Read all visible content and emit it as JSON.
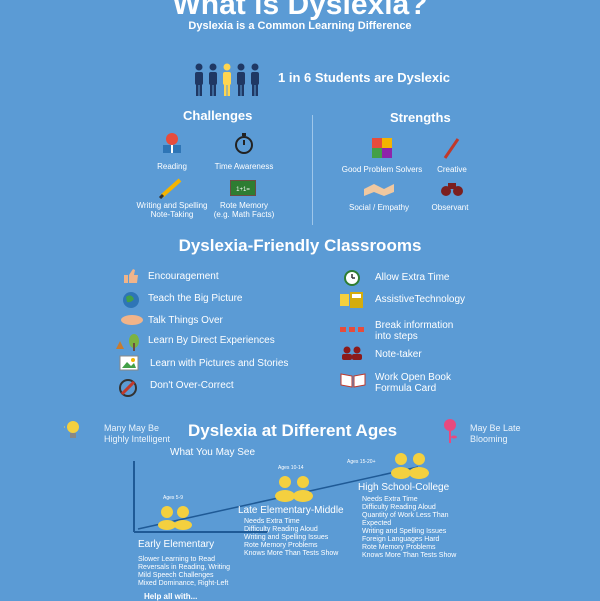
{
  "header": {
    "title": "What is Dyslexia?",
    "subtitle": "Dyslexia is a Common Learning Difference",
    "stat": "1 in 6 Students are Dyslexic"
  },
  "challenges": {
    "title": "Challenges",
    "items": [
      {
        "label": "Reading",
        "icon": "book-reader-icon"
      },
      {
        "label": "Time Awareness",
        "icon": "stopwatch-icon"
      },
      {
        "label": "Writing and Spelling\nNote-Taking",
        "icon": "pencil-icon"
      },
      {
        "label": "Rote Memory\n(e.g. Math Facts)",
        "icon": "chalkboard-icon"
      }
    ]
  },
  "strengths": {
    "title": "Strengths",
    "items": [
      {
        "label": "Good Problem Solvers",
        "icon": "puzzle-icon"
      },
      {
        "label": "Creative",
        "icon": "brush-icon"
      },
      {
        "label": "Social / Empathy",
        "icon": "handshake-icon"
      },
      {
        "label": "Observant",
        "icon": "binoculars-icon"
      }
    ]
  },
  "classrooms": {
    "title": "Dyslexia-Friendly Classrooms",
    "left": [
      {
        "label": "Encouragement",
        "icon": "thumbs-up-icon"
      },
      {
        "label": "Teach the Big Picture",
        "icon": "globe-icon"
      },
      {
        "label": "Talk Things Over",
        "icon": "hands-icon"
      },
      {
        "label": "Learn By Direct Experiences",
        "icon": "plant-icon"
      },
      {
        "label": "Learn with Pictures and Stories",
        "icon": "picture-icon"
      },
      {
        "label": "Don't Over-Correct",
        "icon": "no-red-pen-icon"
      }
    ],
    "right": [
      {
        "label": "Allow Extra Time",
        "icon": "clock-icon"
      },
      {
        "label": "AssistiveTechnology",
        "icon": "calculator-icon"
      },
      {
        "label": "Break information\ninto steps",
        "icon": "steps-icon"
      },
      {
        "label": "Note-taker",
        "icon": "people-icon"
      },
      {
        "label": "Work Open Book\nFormula Card",
        "icon": "open-book-icon"
      }
    ]
  },
  "ages": {
    "title": "Dyslexia at Different Ages",
    "left_note": "Many May Be\nHighly Intelligent",
    "right_note": "May Be Late\nBlooming",
    "axis_label": "What You May See",
    "stages": [
      {
        "age": "Ages 5-9",
        "name": "Early Elementary",
        "signs": [
          "Slower Learning to Read",
          "Reversals in Reading, Writing",
          "Mild Speech Challenges",
          "Mixed Dominance, Right-Left"
        ]
      },
      {
        "age": "Ages 10-14",
        "name": "Late Elementary-Middle",
        "signs": [
          "Needs Extra Time",
          "Difficulty Reading Aloud",
          "Writing and Spelling Issues",
          "Rote Memory Problems",
          "Knows More Than Tests Show"
        ]
      },
      {
        "age": "Ages 15-20+",
        "name": "High School-College",
        "signs": [
          "Needs Extra Time",
          "Difficulty Reading Aloud",
          "Quantity of Work Less Than",
          "Expected",
          "Writing and Spelling Issues",
          "Foreign Languages Hard",
          "Rote Memory Problems",
          "Knows More Than Tests Show"
        ]
      }
    ],
    "footer": "Help all with..."
  }
}
